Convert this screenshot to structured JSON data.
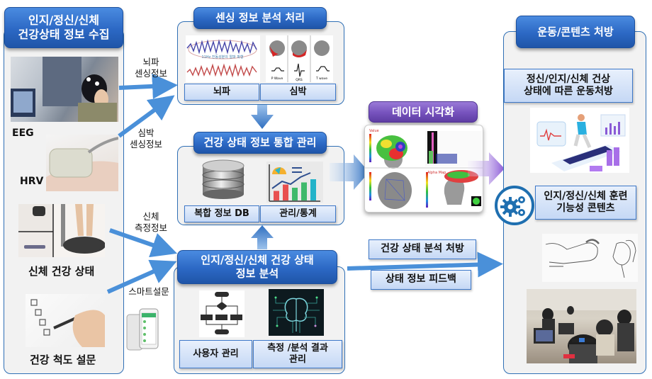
{
  "collection": {
    "title_line1": "인지/정신/신체",
    "title_line2": "건강상태 정보 수집",
    "items": [
      {
        "label": "EEG",
        "icon": "eeg-cap-photo"
      },
      {
        "label": "HRV",
        "icon": "pulse-oximeter-photo"
      },
      {
        "label": "신체 건강 상태",
        "icon": "body-composition-scale-photo"
      },
      {
        "label": "건강 척도 설문",
        "icon": "survey-pen-photo"
      }
    ]
  },
  "flows": {
    "eeg_line1": "뇌파",
    "eeg_line2": "센싱정보",
    "hr_line1": "심박",
    "hr_line2": "센싱정보",
    "body_line1": "신체",
    "body_line2": "측정정보",
    "survey": "스마트설문"
  },
  "sensing": {
    "title": "센싱 정보 분석 처리",
    "eeg_note": "11Hz 진동성분의 알파 파형",
    "ecg_waves": [
      "P Wave",
      "QRS",
      "T wave"
    ],
    "labels": [
      "뇌파",
      "심박"
    ]
  },
  "integration": {
    "title": "건강 상태 정보 통합 관리",
    "labels": [
      "복합 정보 DB",
      "관리/통계"
    ],
    "stats_bars": [
      0.45,
      0.75,
      0.6,
      0.85,
      1.0
    ],
    "stats_bar_colors": [
      "#e8504f",
      "#e8504f",
      "#3fb96b",
      "#3fb96b",
      "#23b3c9"
    ]
  },
  "analysis": {
    "title_line1": "인지/정신/신체 건강 상태",
    "title_line2": "정보 분석",
    "labels": [
      "사용자 관리",
      "측정 /분석 결과",
      "관리"
    ]
  },
  "visualization": {
    "title": "데이터 시각화",
    "panel_labels": [
      "Value",
      "Alpha Map"
    ]
  },
  "feedback": {
    "prescription": "건강 상태 분석 처방",
    "feedback": "상태 정보 피드백"
  },
  "prescription": {
    "title": "운동/콘텐츠 처방",
    "exercise_line1": "정신/인지/신체 건상",
    "exercise_line2": "상태에 따른 운동처방",
    "content_line1": "인지/정신/신체 훈련",
    "content_line2": "기능성 콘텐츠"
  },
  "colors": {
    "header_blue": "#2c68c4",
    "header_purple": "#7652bd",
    "arrow_blue": "#4a90d9",
    "panel_border": "#2f6fb5"
  }
}
